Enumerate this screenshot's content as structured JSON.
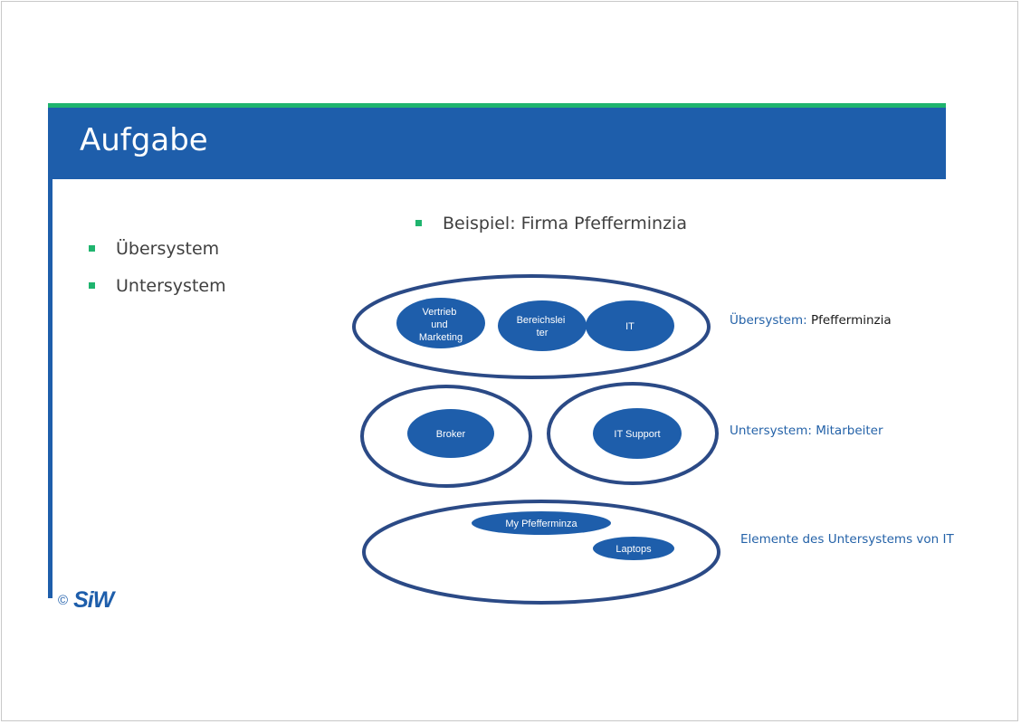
{
  "slide": {
    "title": "Aufgabe",
    "copyright": "©",
    "logo_text": "SiW"
  },
  "bullets_left": [
    "Übersystem",
    "Untersystem"
  ],
  "bullet_right": "Beispiel: Firma Pfefferminzia",
  "diagram": {
    "uebersystem": {
      "nodes": [
        "Vertrieb und Marketing",
        "Bereichsleiter",
        "IT"
      ],
      "label_prefix": "Übersystem:",
      "label_suffix": "Pfefferminzia"
    },
    "untersystem": {
      "nodes": [
        "Broker",
        "IT Support"
      ],
      "label": "Untersystem: Mitarbeiter"
    },
    "elemente": {
      "nodes": [
        "My Pfefferminza",
        "Laptops"
      ],
      "label": "Elemente des Untersystems von IT"
    }
  },
  "colors": {
    "brand_blue": "#1e5eab",
    "accent_green": "#1fb46e",
    "ellipse_stroke": "#2b4a86",
    "label_blue": "#2462a8"
  }
}
